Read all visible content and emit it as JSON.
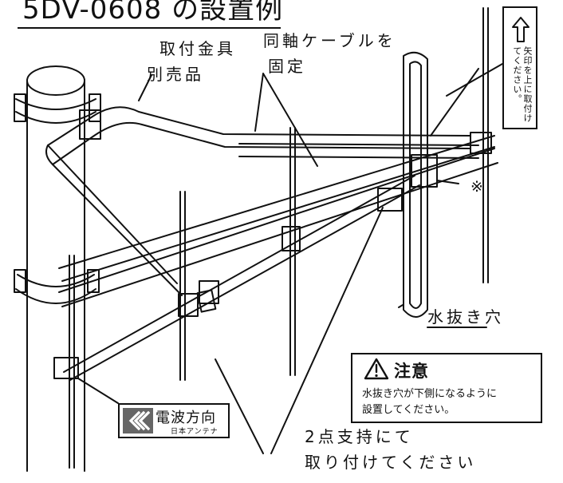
{
  "title": "5DV-0608 の設置例",
  "labels": {
    "mount_bracket": "取付金具",
    "sold_separately": "別売品",
    "fix_cable_line1": "同軸ケーブルを",
    "fix_cable_line2": "固定",
    "note_mark": "※",
    "drain_hole": "水抜き穴",
    "two_point_line1": "2点支持にて",
    "two_point_line2": "取り付けてください"
  },
  "tag": {
    "text": "矢印を上に取付けてください。"
  },
  "caution": {
    "title": "注意",
    "line1": "水抜き穴が下側になるように",
    "line2": "設置してください。"
  },
  "wave_direction": {
    "main": "電波方向",
    "sub": "日本アンテナ"
  },
  "icons": {
    "tag_arrow": "arrow-up-icon",
    "caution": "warning-triangle-icon",
    "wave": "radio-wave-direction-icon"
  },
  "colors": {
    "line": "#111111",
    "background": "#ffffff"
  }
}
